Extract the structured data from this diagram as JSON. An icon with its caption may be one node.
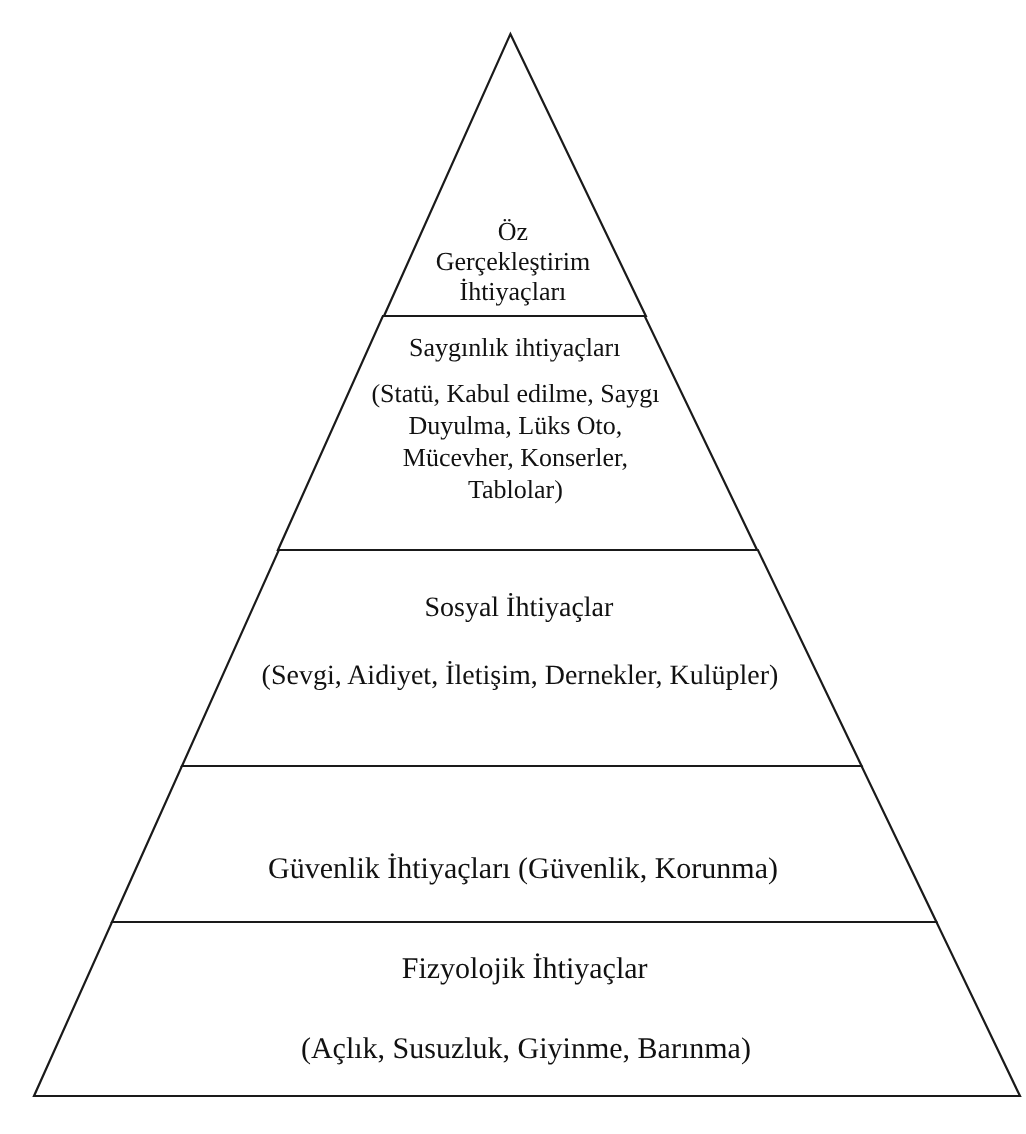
{
  "diagram": {
    "nodes": [
      {
        "text": [
          "Öz Gerçekleştirim İhtiyaçları"
        ]
      },
      {
        "text": [
          "Saygınlık ihtiyaçları",
          "(Statü, Kabul edilme, Saygı Duyulma, Lüks Oto, Mücevher, Konserler, Tablolar)"
        ]
      },
      {
        "text": [
          "Sosyal İhtiyaçlar",
          "(Sevgi, Aidiyet, İletişim, Dernekler, Kulüpler)"
        ]
      },
      {
        "text": [
          "Güvenlik İhtiyaçları (Güvenlik, Korunma)"
        ]
      },
      {
        "text": [
          "Fizyolojik İhtiyaçlar",
          "(Açlık, Susuzluk, Giyinme, Barınma)"
        ]
      }
    ]
  }
}
